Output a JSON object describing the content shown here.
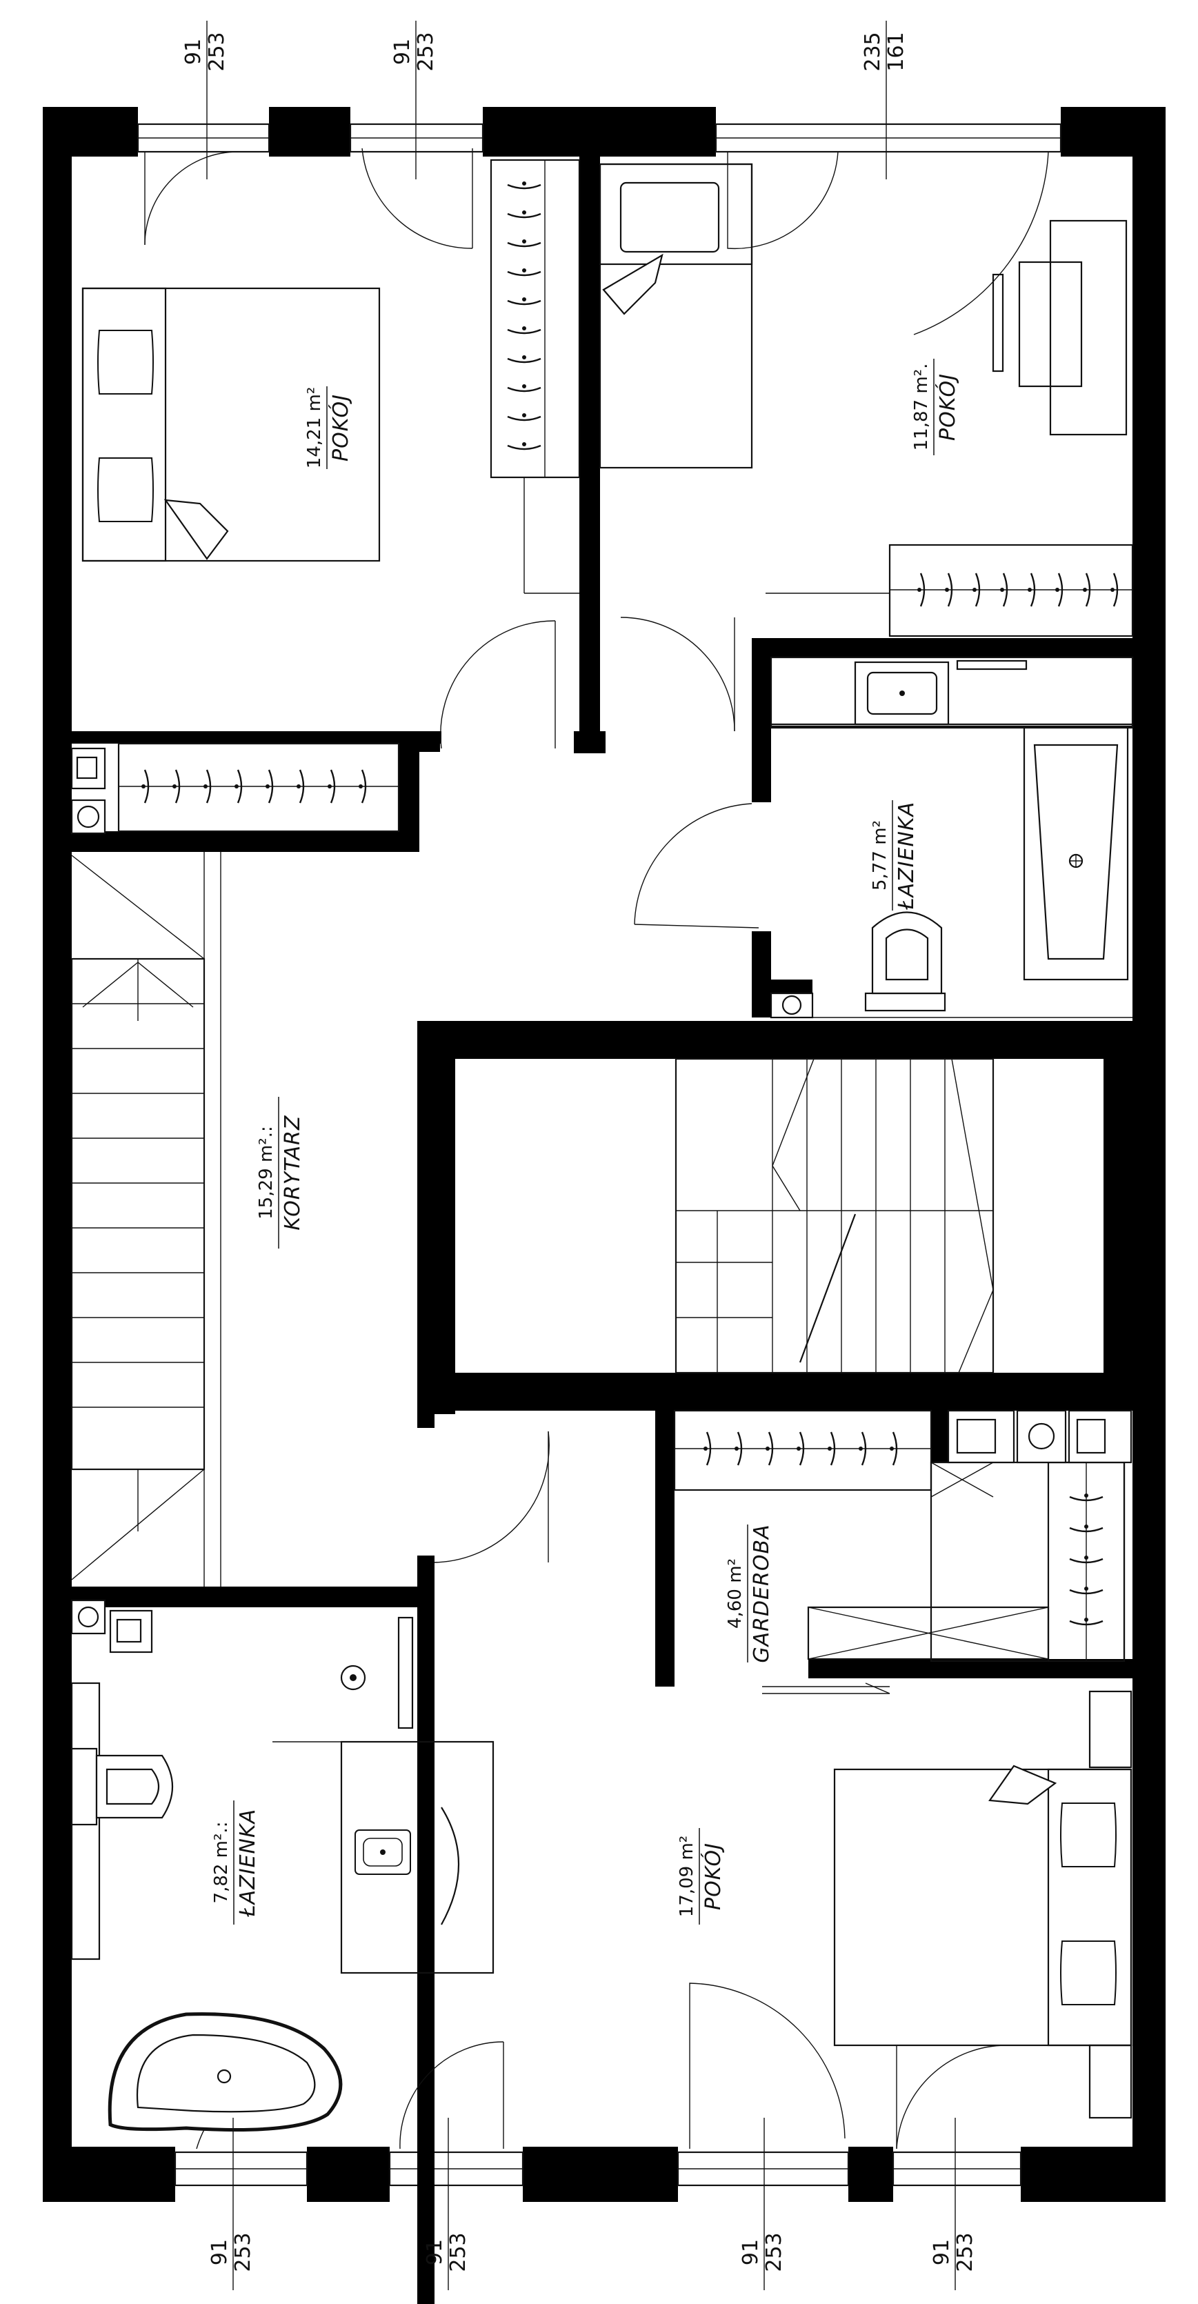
{
  "rooms": {
    "pokoj_top_left": {
      "area": "14,21 m²",
      "name": "POKÓJ"
    },
    "pokoj_top_right": {
      "area": "11,87 m².",
      "name": "POKÓJ"
    },
    "lazienka_right": {
      "area": "5,77 m²",
      "name": "ŁAZIENKA"
    },
    "korytarz": {
      "area": "15,29 m².:",
      "name": "KORYTARZ"
    },
    "garderoba": {
      "area": "4,60 m²",
      "name": "GARDEROBA"
    },
    "pokoj_bottom": {
      "area": "17,09 m²",
      "name": "POKÓJ"
    },
    "lazienka_left": {
      "area": "7,82 m².:",
      "name": "ŁAZIENKA"
    }
  },
  "windows_top": [
    {
      "width": "91",
      "height": "253"
    },
    {
      "width": "91",
      "height": "253"
    },
    {
      "width": "235",
      "height": "161"
    }
  ],
  "windows_bottom": [
    {
      "width": "91",
      "height": "253"
    },
    {
      "width": "91",
      "height": "253"
    },
    {
      "width": "91",
      "height": "253"
    },
    {
      "width": "91",
      "height": "253"
    }
  ]
}
